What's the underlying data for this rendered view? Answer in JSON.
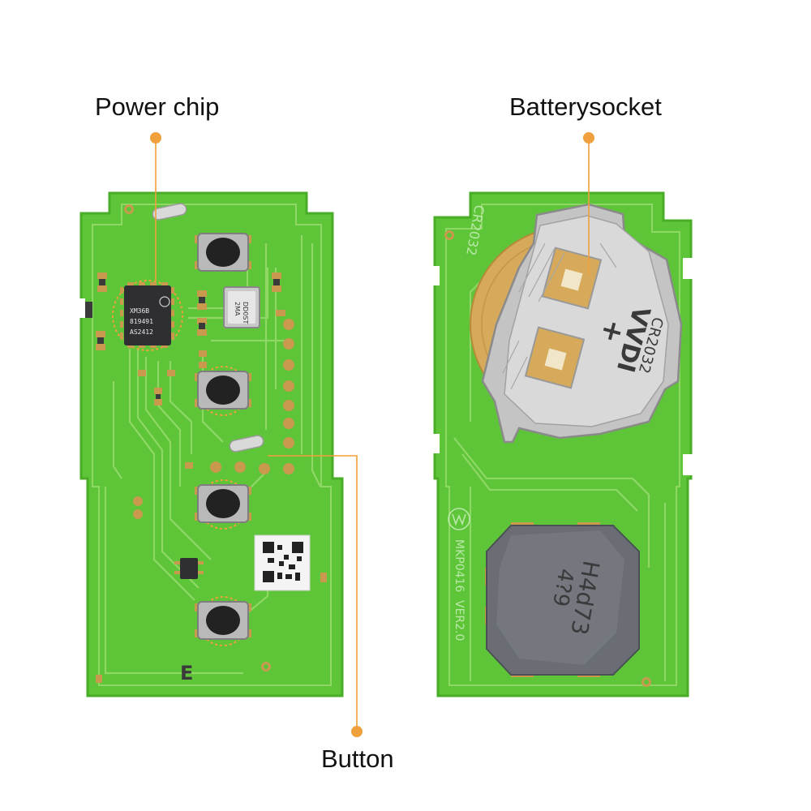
{
  "callouts": {
    "power_chip": "Power chip",
    "battery_socket": "Batterysocket",
    "button": "Button"
  },
  "chip_marking": [
    "XM36B",
    "819491",
    "AS2412"
  ],
  "crystal_marking": [
    "2MA",
    "DD0ST"
  ],
  "front_silkscreen": "E",
  "back_silkscreen": {
    "battery_type": "CR2032",
    "board_id": "MKP0416",
    "version": "VER2.0"
  },
  "battery_clip": {
    "brand": "VVDI",
    "type": "CR2032",
    "polarity": "+"
  },
  "module_marking": [
    "H4d73",
    "4?9"
  ],
  "colors": {
    "pcb": "#5dc537",
    "pcb_edge": "#49ad27",
    "trace": "#8fd866",
    "pad": "#c99a4e",
    "callout": "#f0a03c"
  }
}
